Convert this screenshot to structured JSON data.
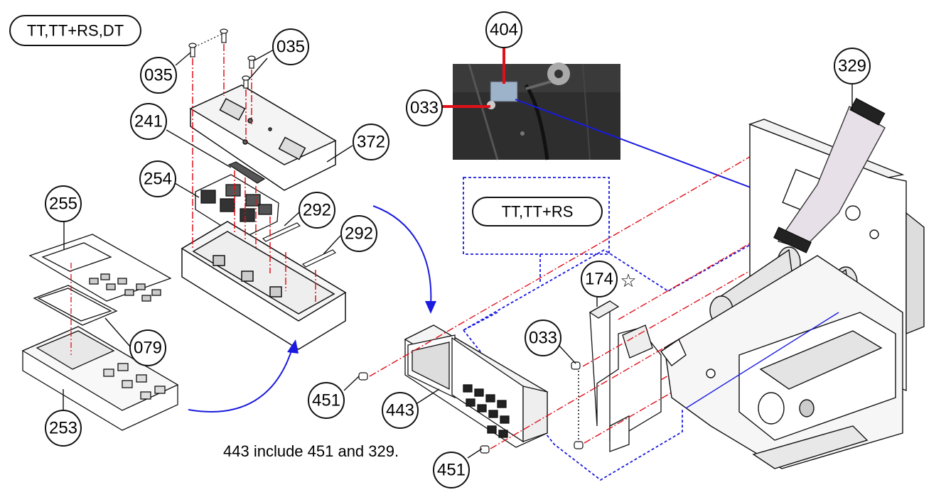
{
  "variant_labels": {
    "top_left": "TT,TT+RS,DT",
    "middle": "TT,TT+RS"
  },
  "part_numbers": {
    "p035_a": "035",
    "p035_b": "035",
    "p241": "241",
    "p372": "372",
    "p254": "254",
    "p292_a": "292",
    "p292_b": "292",
    "p255": "255",
    "p079": "079",
    "p253": "253",
    "p404": "404",
    "p033_a": "033",
    "p329": "329",
    "p174": "174",
    "p033_b": "033",
    "p451_a": "451",
    "p443": "443",
    "p451_b": "451"
  },
  "star_mark": "☆",
  "note": "443 include 451 and 329.",
  "colors": {
    "leader_red": "#e0101a",
    "leader_blue": "#1a1ae0",
    "dashed_blue": "#1a1ae0",
    "outline": "#111111",
    "photo_bg": "#2e2e2e"
  }
}
